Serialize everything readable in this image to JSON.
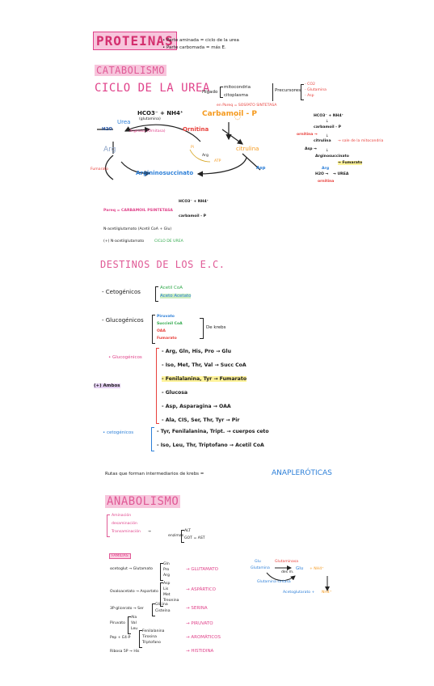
{
  "header": {
    "title": "PROTEINAS",
    "notes": [
      "• Parte aminada = ciclo de la urea",
      "• Parte carbomada = más E."
    ]
  },
  "catabolismo": {
    "title": "CATABOLISMO",
    "subtitle": "CICLO DE LA UREA",
    "location": {
      "label": "Hígado",
      "places": [
        "mitocondria",
        "citoplasma"
      ],
      "precursores_label": "Precursores",
      "precursores": [
        "- CO2",
        "- Glutamina",
        "- Asp"
      ]
    },
    "cycle": {
      "hco3": "HCO3⁻ + NH4⁺",
      "hco3_note": "(glutamina)",
      "enzyme": "en Pareq = SOSFATO SINTETASA",
      "carbamoil": "Carbamoil - P",
      "urea": "Urea",
      "h2o": "H2O",
      "arginasa": "Arginasa (Ornitasa)",
      "ornitina": "Ornitina",
      "arg": "Arg",
      "citrulina": "citrulina",
      "fumarato": "Fumarato",
      "argininosuccinato": "Argininosuccinato",
      "asp": "Asp",
      "pi": "Pi",
      "atp": "ATP",
      "small_label": "Arg"
    },
    "side": {
      "hco3": "HCO3⁻ + NH4⁺",
      "carbamoil": "carbamoil - P",
      "ornitina_row": "ornitina →",
      "citrulina": "citrulina",
      "mito_note": "→ sale de la mitocondria",
      "asp": "Asp →",
      "arginosuccinato": "Arginosuccinato",
      "fumarato": "→ Fumarato",
      "arg": "Arg",
      "h2o": "H2O →",
      "urea": "→ UREA",
      "ornitina": "ornitina"
    },
    "cps": {
      "hco3": "HCO3⁻ + NH4⁺",
      "label": "Pareq = CARBAMOIL PSINTETASA",
      "carbamoil": "carbamoil - P",
      "n_acetil": "N-acetilglutamato   (Acetil CoA + Glu)",
      "inhib": "(+) N-acetilglutamato",
      "ciclo": "CICLO DE UREA"
    }
  },
  "destinos": {
    "title": "DESTINOS DE LOS E.C.",
    "cetogenicos_label": "- Cetogénicos",
    "cetogenicos": [
      "Acetil CoA",
      "Aceto Acetato"
    ],
    "glucogenicos_label": "- Glucogénicos",
    "glucogenicos": [
      "Piruvato",
      "Succinil CoA",
      "OAA",
      "Fumarato"
    ],
    "de_krebs": "De krebs",
    "gluc_head": "• Glucogénicos",
    "gluc_items": [
      "- Arg, Gln, His, Pro → Glu",
      "- Iso, Met, Thr, Val → Succ CoA",
      "- Fenilalanina, Tyr → Fumarato",
      "- Glucosa",
      "- Asp, Asparagina → OAA",
      "- Ala, CIS, Ser, Thr, Tyr → Pir"
    ],
    "ambos": "(+) Ambos",
    "ceto_head": "• cetogénicos",
    "ceto_items": [
      "- Tyr, Fenilalanina, Tript. → cuerpos ceto",
      "- Iso, Leu, Thr, Triptofano → Acetil CoA"
    ],
    "rutas": "Rutas que forman intermediarios de krebs =",
    "anapleroticas": "ANAPLERÓTICAS"
  },
  "anabolismo": {
    "title": "ANABOLISMO",
    "routes": [
      "Aminación",
      "desaminación",
      "Transaminación"
    ],
    "enzimas": "enzimas",
    "alt": [
      "ALT",
      "GOT = AST"
    ],
    "familias": "FAMILIAS",
    "rows": [
      {
        "lhs": "αcetoglut → Glutamato",
        "aa": [
          "Gln",
          "Pro",
          "Arg"
        ],
        "fam": "→ GLUTAMATO"
      },
      {
        "lhs": "Oxaloacetato → Aspartato",
        "aa": [
          "Asp",
          "Lis",
          "Met",
          "Treonina"
        ],
        "fam": "→ ASPÁRTICO"
      },
      {
        "lhs": "3P-glicerato → Ser",
        "aa": [
          "Glicina",
          "Cisteína"
        ],
        "fam": "→ SERINA"
      },
      {
        "lhs": "Piruvato",
        "aa": [
          "Ala",
          "Val",
          "Leu"
        ],
        "fam": "→ PIRUVATO"
      },
      {
        "lhs": "Pep + E4-P",
        "aa": [
          "Fenilalanina",
          "Tirosina",
          "Triptofano"
        ],
        "fam": "→ AROMÁTICOS"
      },
      {
        "lhs": "Ribosa 5P → His",
        "aa": [],
        "fam": "→ HISTIDINA"
      }
    ],
    "gdh": {
      "glu": "Glu",
      "glutamina": "Glutamina",
      "glut_sintasa": "Glutamina sintasa",
      "glu2": "Glu",
      "des_m": "des m.",
      "nh4": "+ NH4⁺",
      "glutaminasa": "Glutaminasa",
      "akg": "Acetoglutarato +",
      "nh4b": "NH4⁺"
    }
  }
}
